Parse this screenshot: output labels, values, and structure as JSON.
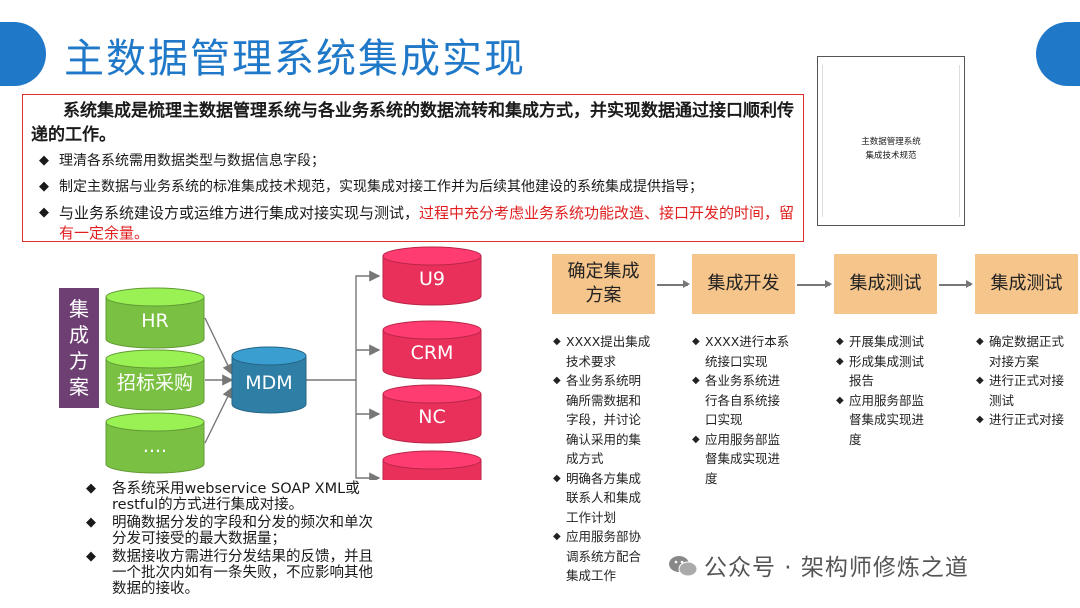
{
  "title": "主数据管理系统集成实现",
  "intro": {
    "lead": "系统集成是梳理主数据管理系统与各业务系统的数据流转和集成方式，并实现数据通过接口顺利传递的工作。",
    "bullets": [
      "理清各系统需用数据类型与数据信息字段；",
      "制定主数据与业务系统的标准集成技术规范，实现集成对接工作并为后续其他建设的系统集成提供指导；"
    ],
    "bullet3_normal": "与业务系统建设方或运维方进行集成对接实现与测试，",
    "bullet3_red": "过程中充分考虑业务系统功能改造、接口开发的时间，留有一定余量。"
  },
  "doc_thumbnail": {
    "line1": "主数据管理系统",
    "line2": "集成技术规范"
  },
  "diagram": {
    "label": "集成方案",
    "sources": [
      "HR",
      "招标采购",
      "...."
    ],
    "hub": "MDM",
    "targets": [
      "U9",
      "CRM",
      "NC",
      "...."
    ],
    "colors": {
      "source": "#7ac143",
      "hub": "#2e7ea6",
      "target": "#e8305a",
      "label_bg": "#6e3f73"
    }
  },
  "left_bullets": [
    "各系统采用webservice SOAP XML或restful的方式进行集成对接。",
    "明确数据分发的字段和分发的频次和单次分发可接受的最大数据量；",
    "数据接收方需进行分发结果的反馈，并且一个批次内如有一条失败，不应影响其他数据的接收。"
  ],
  "steps": [
    {
      "label": "确定集成方案",
      "items": [
        "XXXX提出集成技术要求",
        "各业务系统明确所需数据和字段，并讨论确认采用的集成方式",
        "明确各方集成联系人和集成工作计划",
        "应用服务部协调系统方配合集成工作"
      ]
    },
    {
      "label": "集成开发",
      "items": [
        "XXXX进行本系统接口实现",
        "各业务系统进行各自系统接口实现",
        "应用服务部监督集成实现进度"
      ]
    },
    {
      "label": "集成测试",
      "items": [
        "开展集成测试",
        "形成集成测试报告",
        "应用服务部监督集成实现进度"
      ]
    },
    {
      "label": "集成测试",
      "items": [
        "确定数据正式对接方案",
        "进行正式对接测试",
        "进行正式对接"
      ]
    }
  ],
  "watermark": "公众号 · 架构师修炼之道",
  "colors": {
    "accent": "#1f78c8",
    "step_bg": "#f5c58b",
    "warning": "#e02020"
  }
}
